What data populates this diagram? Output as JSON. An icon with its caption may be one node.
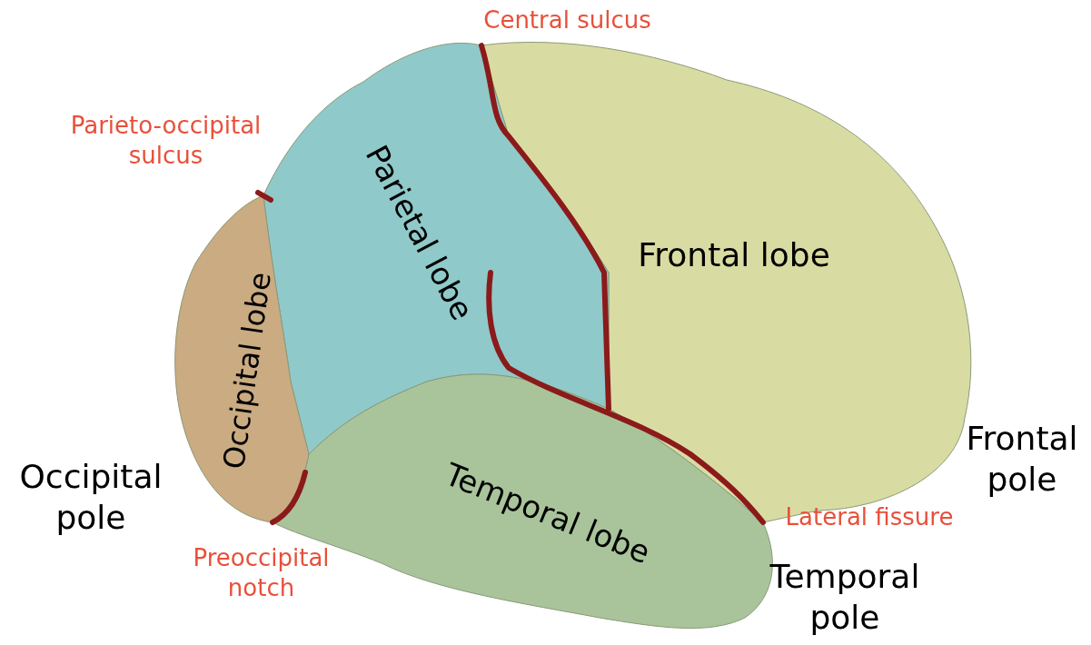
{
  "diagram": {
    "nodes": [
      {
        "text": [
          "Frontal lobe"
        ]
      },
      {
        "text": [
          "Parietal lobe"
        ]
      },
      {
        "text": [
          "Occipital lobe"
        ]
      },
      {
        "text": [
          "Temporal lobe"
        ]
      }
    ],
    "labels": [
      "Central sulcus",
      "Parieto-occipital sulcus",
      "Frontal pole",
      "Occipital pole",
      "Lateral fissure",
      "Preoccipital notch",
      "Temporal pole"
    ]
  }
}
